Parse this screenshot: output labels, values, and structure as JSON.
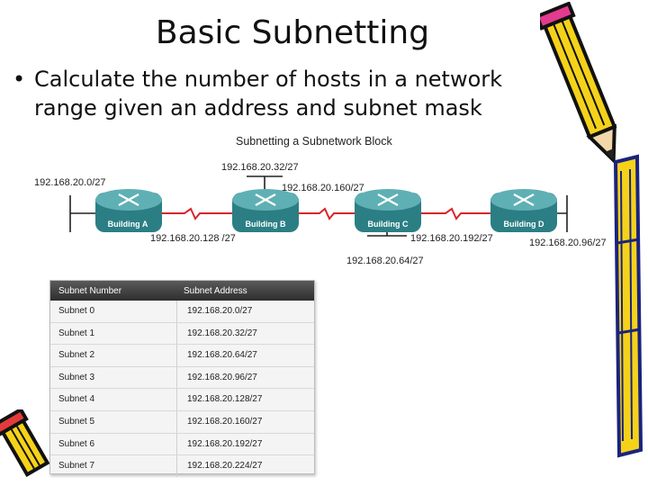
{
  "slide": {
    "title": "Basic Subnetting",
    "bullet_char": "•",
    "bullet_text": "Calculate the number of hosts in a network range given an address and subnet mask"
  },
  "diagram": {
    "caption": "Subnetting a Subnetwork Block",
    "routers": [
      {
        "label": "Building A"
      },
      {
        "label": "Building B"
      },
      {
        "label": "Building C"
      },
      {
        "label": "Building D"
      }
    ],
    "networks": [
      {
        "label": "192.168.20.0/27"
      },
      {
        "label": "192.168.20.32/27"
      },
      {
        "label": "192.168.20.160/27"
      },
      {
        "label": "192.168.20.128 /27"
      },
      {
        "label": "192.168.20.64/27"
      },
      {
        "label": "192.168.20.192/27"
      },
      {
        "label": "192.168.20.96/27"
      }
    ],
    "colors": {
      "router": "#2f8a8f",
      "wan_link": "#d8262b",
      "lan_line": "#222222"
    }
  },
  "table": {
    "headers": [
      "Subnet Number",
      "Subnet Address"
    ],
    "rows": [
      [
        "Subnet 0",
        "192.168.20.0/27"
      ],
      [
        "Subnet 1",
        "192.168.20.32/27"
      ],
      [
        "Subnet 2",
        "192.168.20.64/27"
      ],
      [
        "Subnet 3",
        "192.168.20.96/27"
      ],
      [
        "Subnet 4",
        "192.168.20.128/27"
      ],
      [
        "Subnet 5",
        "192.168.20.160/27"
      ],
      [
        "Subnet 6",
        "192.168.20.192/27"
      ],
      [
        "Subnet 7",
        "192.168.20.224/27"
      ]
    ]
  }
}
